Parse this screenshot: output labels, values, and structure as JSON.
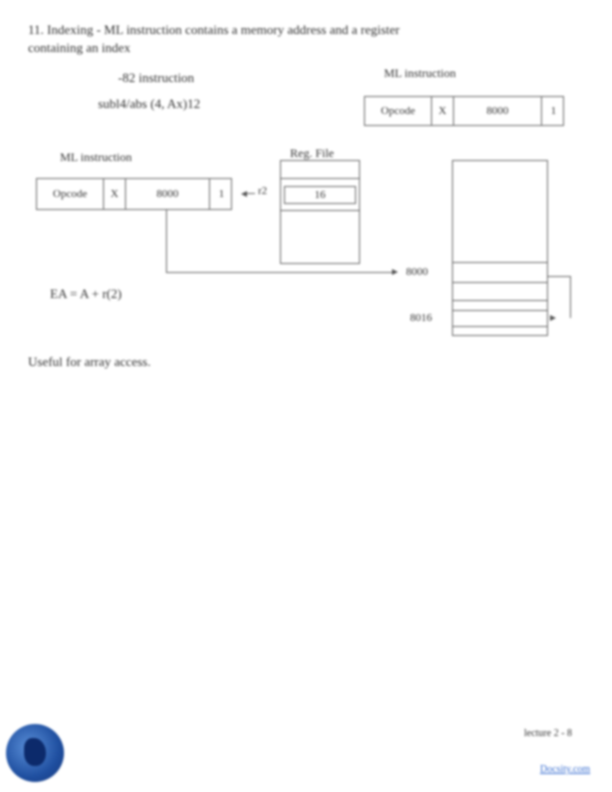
{
  "heading": {
    "line1": "11. Indexing - ML instruction contains a memory address and a register",
    "line2": "containing an index"
  },
  "example": {
    "line1": "-82 instruction",
    "line2": "subl4/abs    (4, Ax)12"
  },
  "top_right_instruction": {
    "label": "ML instruction",
    "opcode": "Opcode",
    "mode": "X",
    "address": "8000",
    "register": "1"
  },
  "left_instruction": {
    "label": "ML instruction",
    "opcode": "Opcode",
    "mode": "X",
    "address": "8000",
    "register": "1"
  },
  "reg_file": {
    "label": "Reg. File",
    "register_label": "r2",
    "register_value": "16"
  },
  "memory": {
    "address1": "8000",
    "address2": "8016"
  },
  "formula": "EA = A + r(2)",
  "note": "Useful for array access.",
  "footer": {
    "page_ref": "lecture 2 - 8",
    "site": "Docsity.com"
  }
}
